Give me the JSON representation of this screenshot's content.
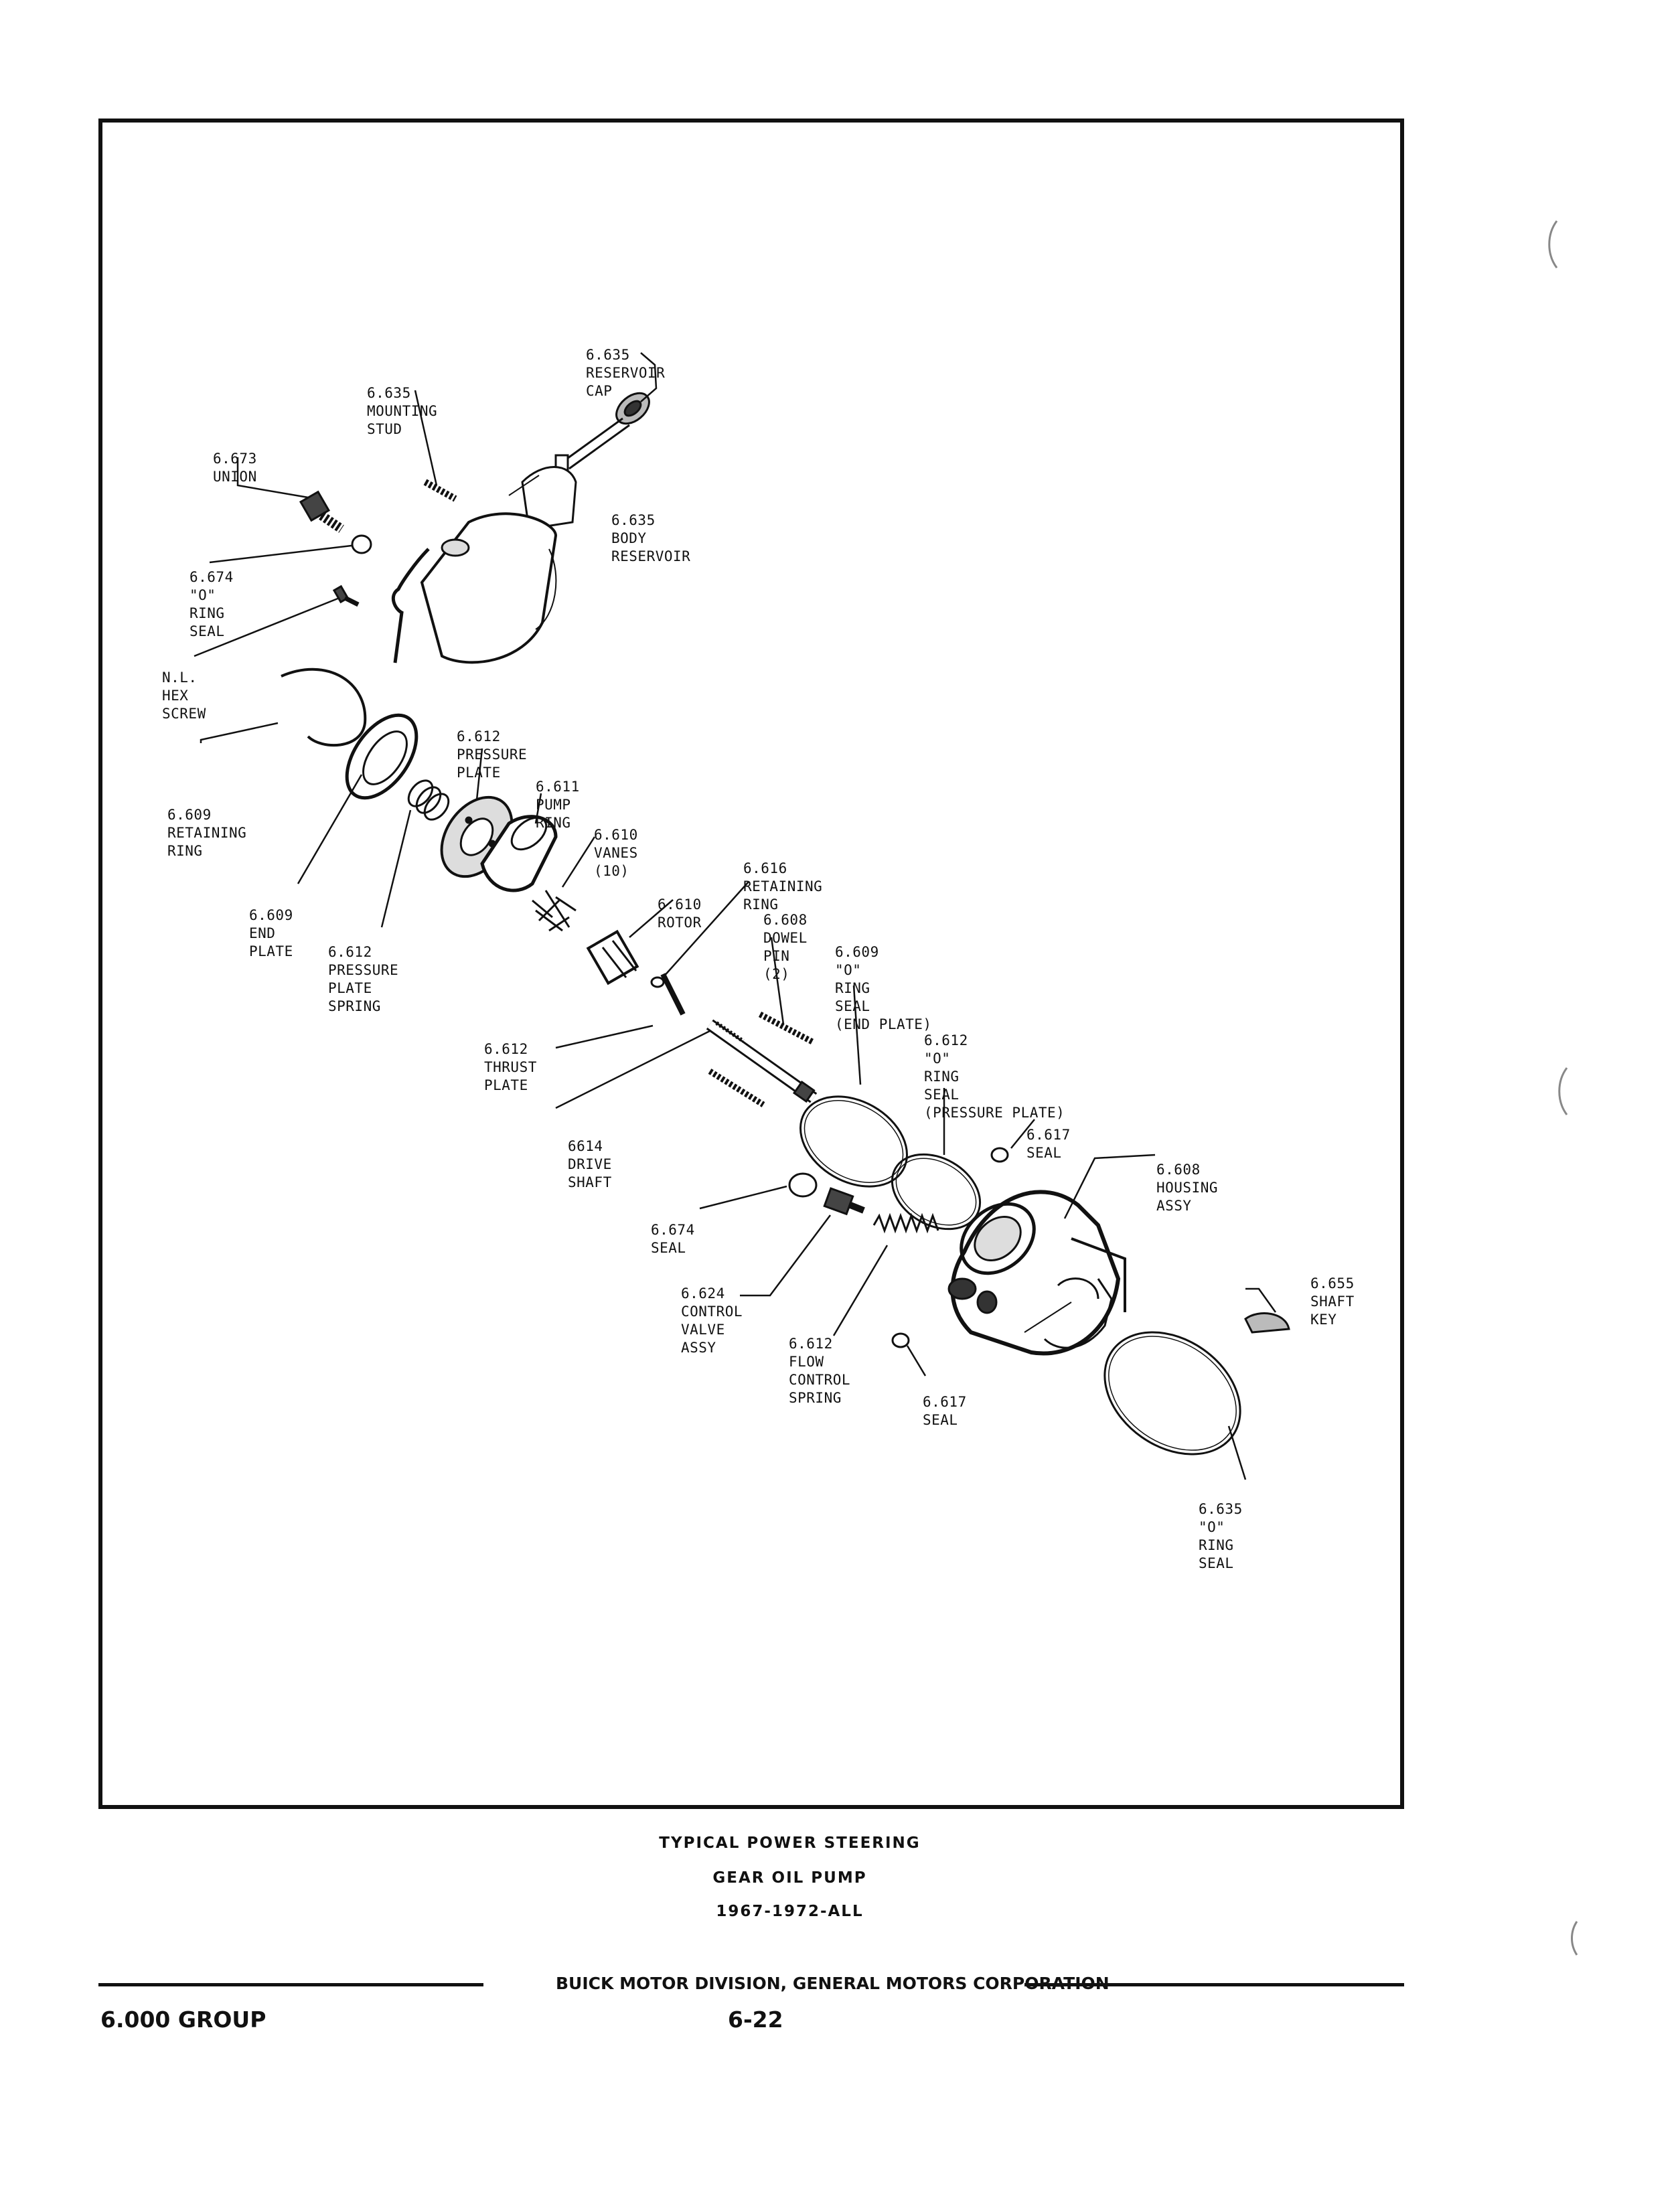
{
  "labels": [
    {
      "key": "reservoir-cap",
      "lines": [
        "6.635",
        "RESERVOIR",
        "CAP"
      ]
    },
    {
      "key": "mounting-stud",
      "lines": [
        "6.635",
        "MOUNTING",
        "STUD"
      ]
    },
    {
      "key": "union",
      "lines": [
        "6.673",
        "UNION"
      ]
    },
    {
      "key": "body-reservoir",
      "lines": [
        "6.635",
        "BODY",
        "RESERVOIR"
      ]
    },
    {
      "key": "o-ring-seal-674",
      "lines": [
        "6.674",
        "\"O\"",
        "RING",
        "SEAL"
      ]
    },
    {
      "key": "hex-screw",
      "lines": [
        "N.L.",
        "HEX",
        "SCREW"
      ]
    },
    {
      "key": "pressure-plate",
      "lines": [
        "6.612",
        "PRESSURE",
        "PLATE"
      ]
    },
    {
      "key": "pump-ring",
      "lines": [
        "6.611",
        "PUMP",
        "RING"
      ]
    },
    {
      "key": "retaining-ring-609",
      "lines": [
        "6.609",
        "RETAINING",
        "RING"
      ]
    },
    {
      "key": "vanes",
      "lines": [
        "6.610",
        "VANES",
        "(10)"
      ]
    },
    {
      "key": "retaining-ring-616",
      "lines": [
        "6.616",
        "RETAINING",
        "RING"
      ]
    },
    {
      "key": "rotor",
      "lines": [
        "6.610",
        "ROTOR"
      ]
    },
    {
      "key": "dowel-pin",
      "lines": [
        "6.608",
        "DOWEL",
        "PIN",
        "(2)"
      ]
    },
    {
      "key": "end-plate",
      "lines": [
        "6.609",
        "END",
        "PLATE"
      ]
    },
    {
      "key": "pressure-plate-spring",
      "lines": [
        "6.612",
        "PRESSURE",
        "PLATE",
        "SPRING"
      ]
    },
    {
      "key": "o-ring-seal-end-plate",
      "lines": [
        "6.609",
        "\"O\"",
        "RING",
        "SEAL",
        "(END PLATE)"
      ]
    },
    {
      "key": "o-ring-seal-pressure-plate",
      "lines": [
        "6.612",
        "\"O\"",
        "RING",
        "SEAL",
        "(PRESSURE PLATE)"
      ]
    },
    {
      "key": "thrust-plate",
      "lines": [
        "6.612",
        "THRUST",
        "PLATE"
      ]
    },
    {
      "key": "drive-shaft",
      "lines": [
        "6614",
        "DRIVE",
        "SHAFT"
      ]
    },
    {
      "key": "seal-617-top",
      "lines": [
        "6.617",
        "SEAL"
      ]
    },
    {
      "key": "housing-assy",
      "lines": [
        "6.608",
        "HOUSING",
        "ASSY"
      ]
    },
    {
      "key": "seal-674",
      "lines": [
        "6.674",
        "SEAL"
      ]
    },
    {
      "key": "control-valve-assy",
      "lines": [
        "6.624",
        "CONTROL",
        "VALVE",
        "ASSY"
      ]
    },
    {
      "key": "flow-control-spring",
      "lines": [
        "6.612",
        "FLOW",
        "CONTROL",
        "SPRING"
      ]
    },
    {
      "key": "seal-617-bottom",
      "lines": [
        "6.617",
        "SEAL"
      ]
    },
    {
      "key": "shaft-key",
      "lines": [
        "6.655",
        "SHAFT",
        "KEY"
      ]
    },
    {
      "key": "o-ring-seal-635",
      "lines": [
        "6.635",
        "\"O\"",
        "RING",
        "SEAL"
      ]
    }
  ],
  "caption": {
    "line1": "TYPICAL POWER STEERING",
    "line2": "GEAR OIL PUMP",
    "line3": "1967-1972-ALL"
  },
  "footer": {
    "division": "BUICK MOTOR DIVISION, GENERAL MOTORS CORPORATION",
    "group": "6.000 GROUP",
    "page": "6-22"
  }
}
